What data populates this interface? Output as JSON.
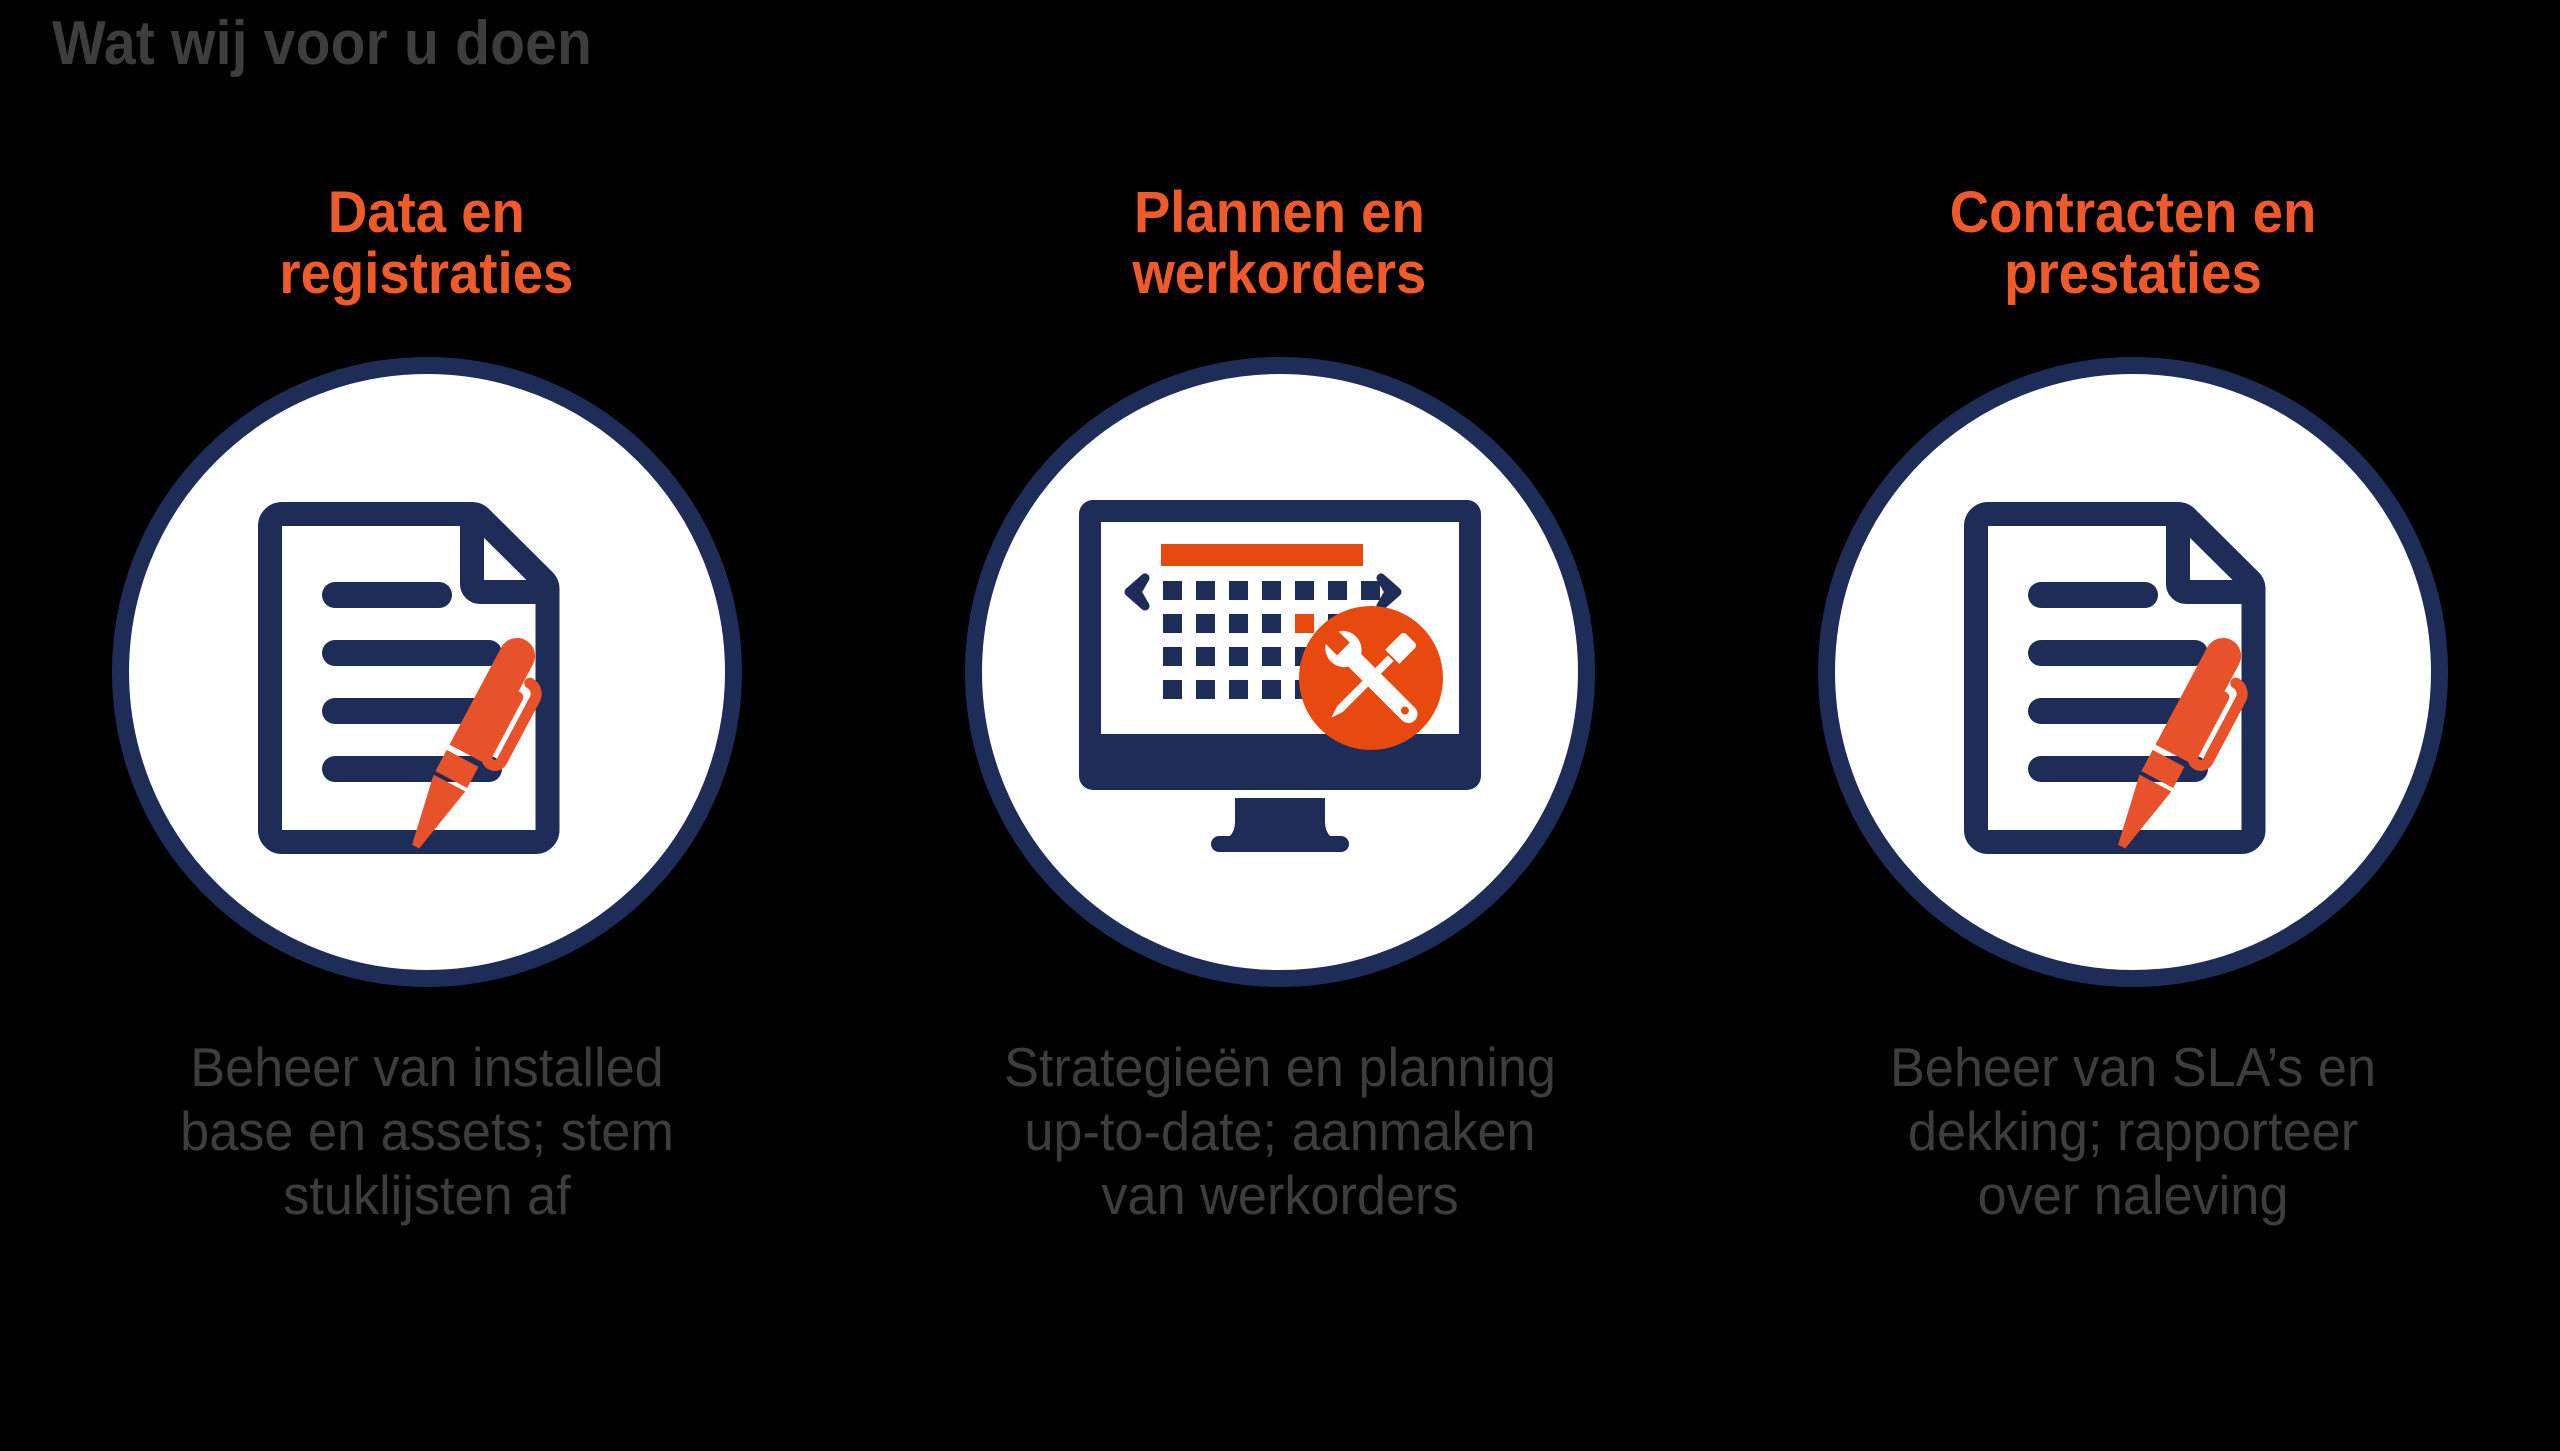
{
  "slide": {
    "title": "Wat wij voor u doen",
    "background_color": "#000000",
    "accent_orange": "#F05A2B",
    "badge_orange": "#E8490E",
    "navy": "#1E2D58",
    "text_gray": "#3D3D3D"
  },
  "columns": [
    {
      "heading": "Data en\nregistraties",
      "icon_name": "document-with-pen-icon",
      "caption": "Beheer van installed\nbase en assets; stem\nstuklijsten af"
    },
    {
      "heading": "Plannen en\nwerkorders",
      "icon_name": "monitor-calendar-tools-icon",
      "caption": "Strategieën en planning\nup-to-date; aanmaken\nvan werkorders"
    },
    {
      "heading": "Contracten en\nprestaties",
      "icon_name": "document-with-pen-icon",
      "caption": "Beheer van SLA’s en\ndekking; rapporteer\nover naleving"
    }
  ],
  "icons": {
    "document": {
      "name": "document-with-pen-icon",
      "line_count": 4,
      "has_folded_corner": true,
      "pen_color": "#E8522A",
      "outline_color": "#1E2D58"
    },
    "monitor": {
      "name": "monitor-calendar-tools-icon",
      "calendar_header_color": "#E8490E",
      "calendar_columns": 7,
      "calendar_rows": 4,
      "highlighted_cell": {
        "row": 2,
        "column": 5
      },
      "has_prev_chevron": true,
      "has_next_chevron": true,
      "badge": {
        "name": "tools-badge",
        "color": "#E8490E",
        "contents": "wrench-and-screwdriver-icon"
      }
    }
  }
}
